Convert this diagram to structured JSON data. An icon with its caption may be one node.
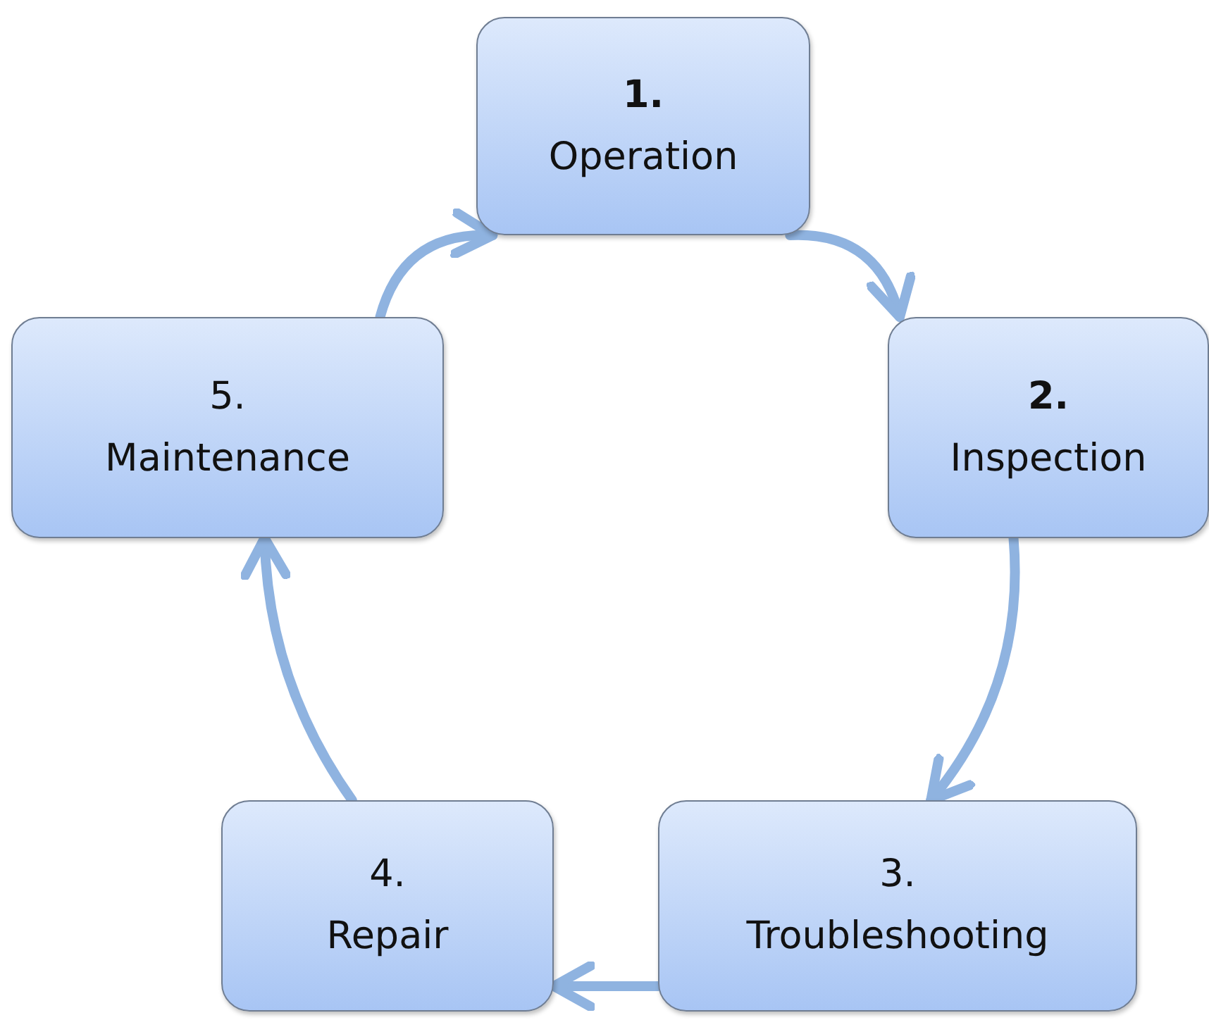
{
  "diagram": {
    "nodes": [
      {
        "text": [
          "**1.**",
          "Operation"
        ]
      },
      {
        "text": [
          "**2.**",
          "Inspection"
        ]
      },
      {
        "text": [
          "3.",
          "Troubleshooting"
        ]
      },
      {
        "text": [
          "4.",
          "Repair"
        ]
      },
      {
        "text": [
          "5.",
          "Maintenance"
        ]
      }
    ],
    "edges": [
      {
        "from": 0,
        "to": 1,
        "arrow": "to"
      },
      {
        "from": 1,
        "to": 2,
        "arrow": "to"
      },
      {
        "from": 2,
        "to": 3,
        "arrow": "to"
      },
      {
        "from": 3,
        "to": 4,
        "arrow": "to"
      },
      {
        "from": 4,
        "to": 0,
        "arrow": "to"
      }
    ]
  }
}
